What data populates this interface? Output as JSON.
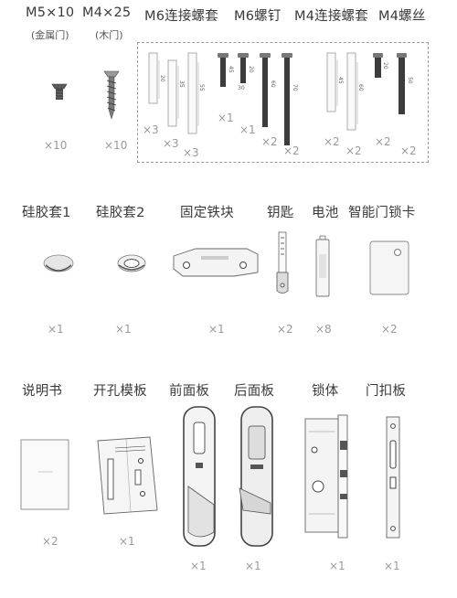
{
  "row1": {
    "labels": [
      "M5×10",
      "M4×25",
      "M6连接螺套",
      "M6螺钉",
      "M4连接螺套",
      "M4螺丝"
    ],
    "sublabels": [
      "(金属门)",
      "(木门)"
    ],
    "quantities": [
      "×10",
      "×10",
      "×3",
      "×3",
      "×3",
      "×1",
      "×1",
      "×2",
      "×2",
      "×2",
      "×2",
      "×2",
      "×2"
    ],
    "dimensions": [
      "20",
      "35",
      "55",
      "45",
      "20",
      "30",
      "60",
      "70",
      "45",
      "60",
      "20",
      "50"
    ]
  },
  "row2": {
    "labels": [
      "硅胶套1",
      "硅胶套2",
      "固定铁块",
      "钥匙",
      "电池",
      "智能门锁卡"
    ],
    "quantities": [
      "×1",
      "×1",
      "×1",
      "×2",
      "×8",
      "×2"
    ]
  },
  "row3": {
    "labels": [
      "说明书",
      "开孔模板",
      "前面板",
      "后面板",
      "锁体",
      "门扣板"
    ],
    "quantities": [
      "×2",
      "×1",
      "×1",
      "×1",
      "×1",
      "×1"
    ]
  }
}
